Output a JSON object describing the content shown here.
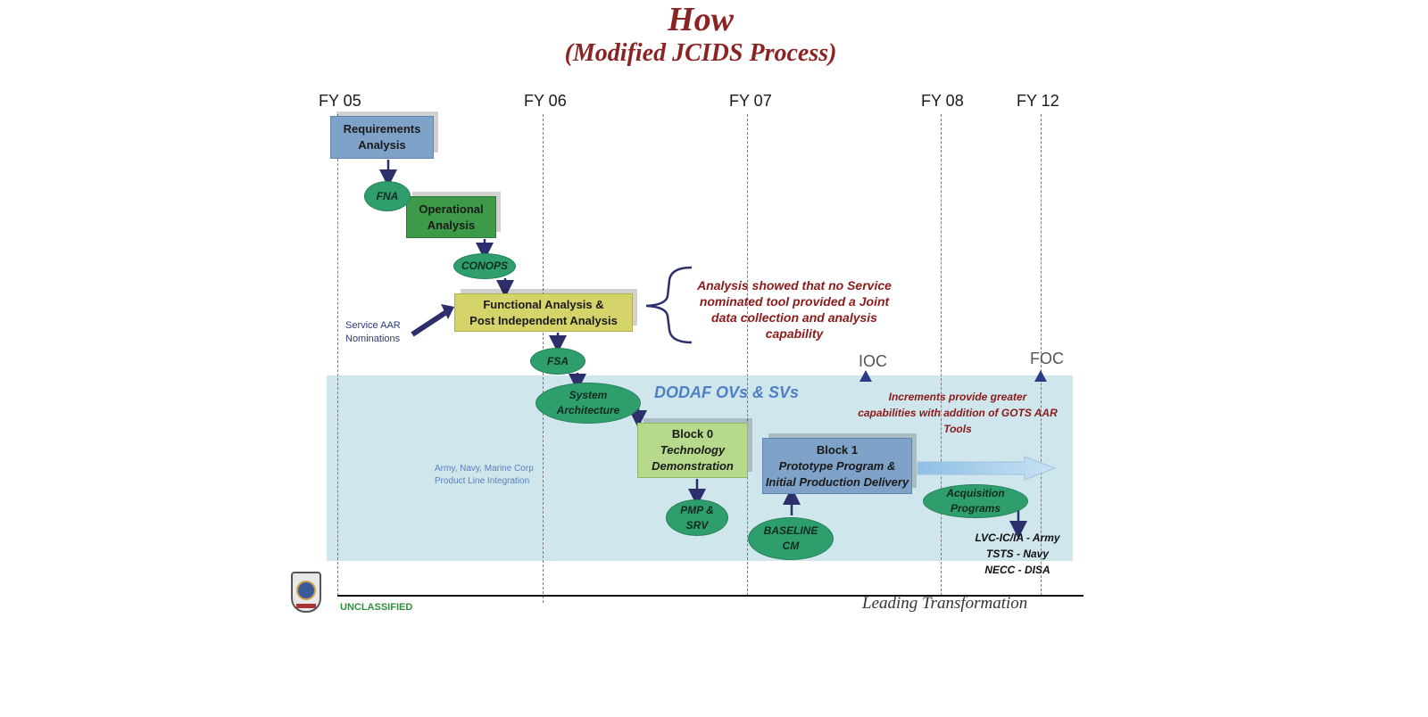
{
  "title": "How",
  "subtitle": "(Modified JCIDS Process)",
  "timeline": {
    "fy05": "FY 05",
    "fy06": "FY 06",
    "fy07": "FY 07",
    "fy08": "FY 08",
    "fy12": "FY 12"
  },
  "boxes": {
    "requirements": [
      "Requirements",
      "Analysis"
    ],
    "operational": [
      "Operational",
      "Analysis"
    ],
    "functional": [
      "Functional Analysis &",
      "Post Independent Analysis"
    ],
    "block0": [
      "Block 0",
      "Technology",
      "Demonstration"
    ],
    "block1": [
      "Block 1",
      "Prototype Program &",
      "Initial Production Delivery"
    ]
  },
  "ovals": {
    "fna": [
      "FNA"
    ],
    "conops": [
      "CONOPS"
    ],
    "fsa": [
      "FSA"
    ],
    "system_architecture": [
      "System",
      "Architecture"
    ],
    "pmp_srv": [
      "PMP &",
      "SRV"
    ],
    "baseline_cm": [
      "BASELINE",
      "CM"
    ],
    "acquisition": [
      "Acquisition",
      "Programs"
    ]
  },
  "notes": {
    "analysis_showed": [
      "Analysis showed that no Service",
      "nominated tool provided a Joint",
      "data collection and analysis",
      "capability"
    ],
    "increments": [
      "Increments provide greater",
      "capabilities with addition of GOTS AAR",
      "Tools"
    ],
    "dodaf": "DODAF OVs & SVs",
    "service_aar": [
      "Service AAR",
      "Nominations"
    ],
    "product_line": [
      "Army, Navy, Marine Corp",
      "Product Line Integration"
    ],
    "programs": [
      "LVC-IC/IA - Army",
      "TSTS - Navy",
      "NECC - DISA"
    ]
  },
  "milestones": {
    "ioc": "IOC",
    "foc": "FOC"
  },
  "footer": {
    "classification": "UNCLASSIFIED",
    "tagline": "Leading Transformation"
  },
  "colors": {
    "title": "#8b2323",
    "blue_box": "#7fa2c8",
    "green_box": "#3c9a49",
    "yellow_box": "#d4d46a",
    "light_green_box": "#b6d98c",
    "oval": "#2f9e6d",
    "band": "#cfe6ec",
    "note": "#8b1a1a",
    "dodaf": "#4f7fc4",
    "arrow": "#2c2f6b"
  }
}
